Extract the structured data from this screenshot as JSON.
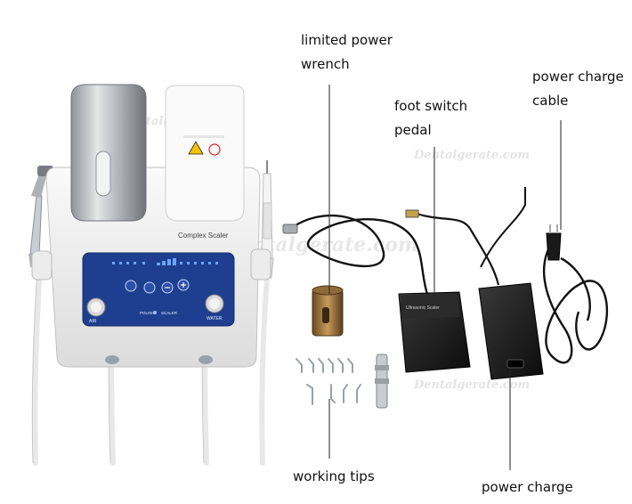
{
  "callouts": {
    "wrench": "limited power\nwrench",
    "foot_switch": "foot switch\npedal",
    "power_cable": "power charge\ncable",
    "working_tips": "working tips",
    "power_charge": "power charge"
  },
  "device": {
    "model_label": "Complex Scaler",
    "air_label": "AIR",
    "water_label": "WATER",
    "polish_label": "POLISH",
    "scaler_label": "SCALER"
  },
  "pedal": {
    "label": "Ultrasonic Scaler"
  },
  "watermark": "Dentalgerate.com",
  "colors": {
    "panel_blue": "#1e3f8f",
    "body_white": "#efefef",
    "bottle_silver": "#b9bcc1"
  }
}
